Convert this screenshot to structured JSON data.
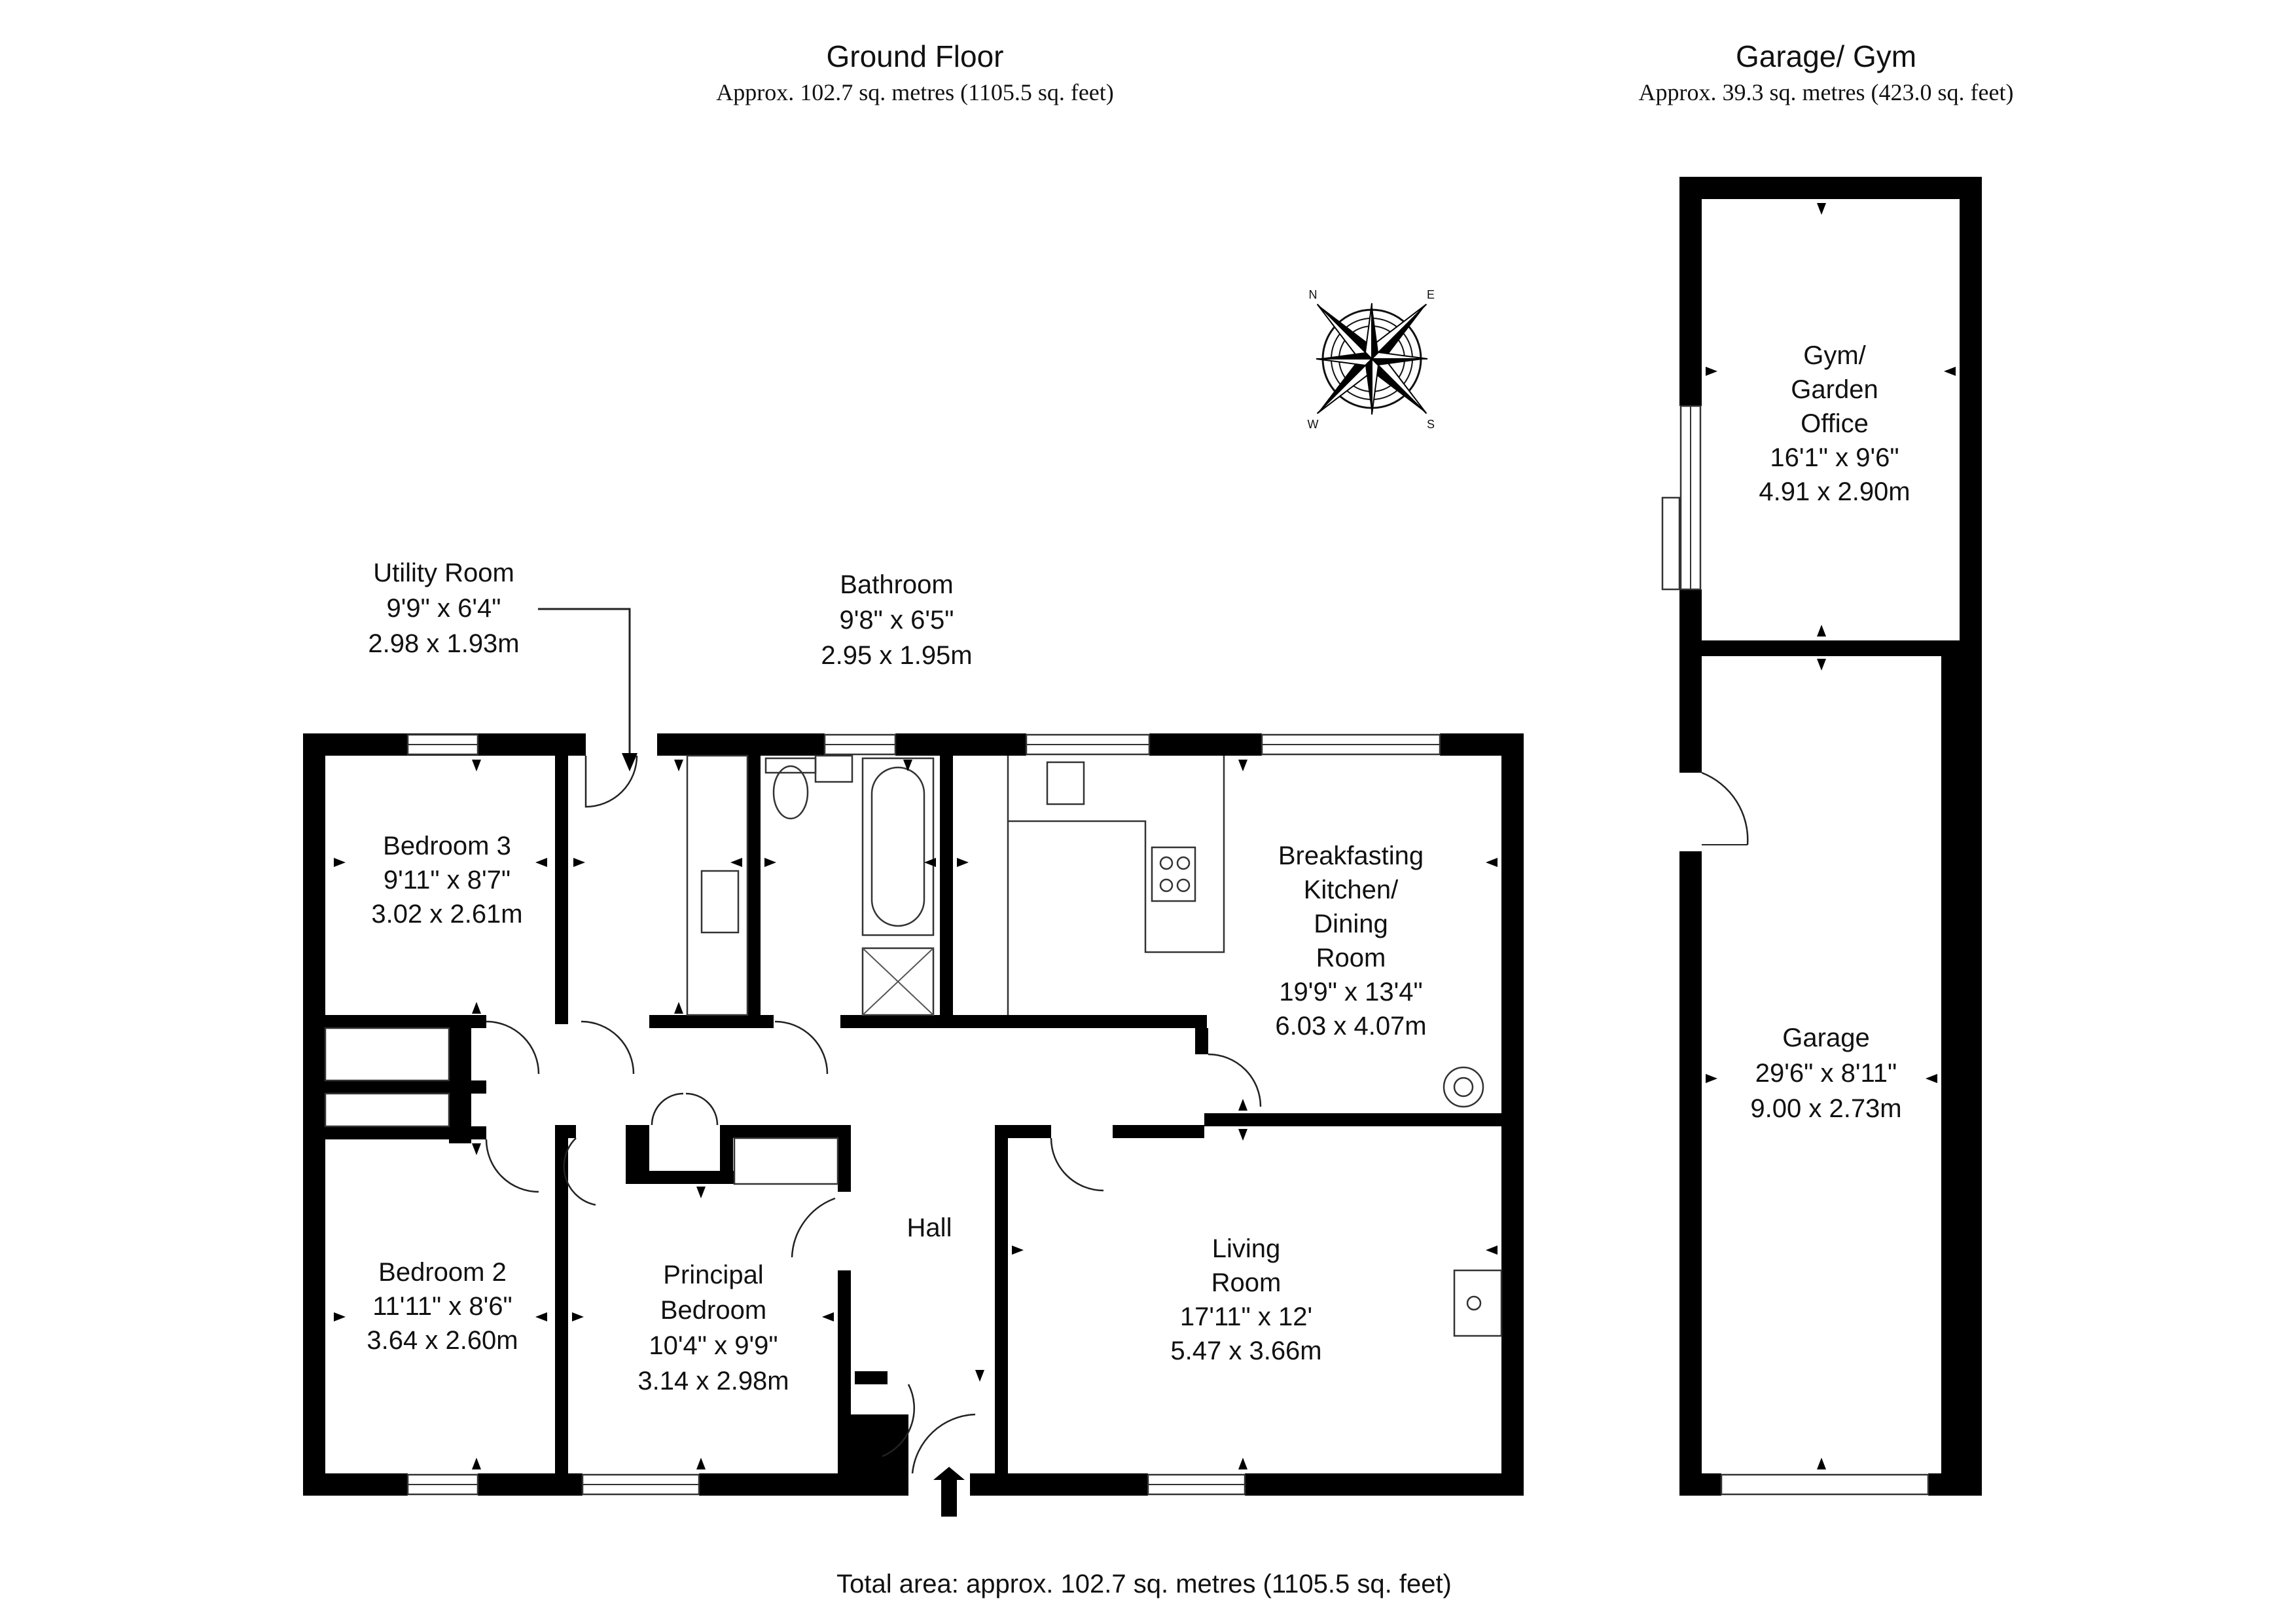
{
  "ground_floor": {
    "title": "Ground Floor",
    "area": "Approx. 102.7 sq. metres (1105.5 sq. feet)"
  },
  "garage_block": {
    "title": "Garage/ Gym",
    "area": "Approx. 39.3 sq. metres (423.0 sq. feet)"
  },
  "total_area": "Total area: approx. 102.7 sq. metres (1105.5 sq. feet)",
  "compass": {
    "icon": "compass-rose-icon",
    "letters": [
      "N",
      "E",
      "S",
      "W"
    ]
  },
  "rooms": {
    "utility": {
      "lines": [
        "Utility Room",
        "9'9\" x 6'4\"",
        "2.98 x 1.93m"
      ]
    },
    "bathroom": {
      "lines": [
        "Bathroom",
        "9'8\" x 6'5\"",
        "2.95 x 1.95m"
      ]
    },
    "bedroom3": {
      "lines": [
        "Bedroom 3",
        "9'11\" x 8'7\"",
        "3.02 x 2.61m"
      ]
    },
    "kitchen": {
      "lines": [
        "Breakfasting",
        "Kitchen/",
        "Dining",
        "Room",
        "19'9\" x 13'4\"",
        "6.03 x 4.07m"
      ]
    },
    "bedroom2": {
      "lines": [
        "Bedroom 2",
        "11'11\" x 8'6\"",
        "3.64 x 2.60m"
      ]
    },
    "principal": {
      "lines": [
        "Principal",
        "Bedroom",
        "10'4\" x 9'9\"",
        "3.14 x 2.98m"
      ]
    },
    "hall": {
      "lines": [
        "Hall"
      ]
    },
    "living": {
      "lines": [
        "Living",
        "Room",
        "17'11\" x 12'",
        "5.47 x 3.66m"
      ]
    },
    "gym": {
      "lines": [
        "Gym/",
        "Garden",
        "Office",
        "16'1\" x 9'6\"",
        "4.91 x 2.90m"
      ]
    },
    "garage": {
      "lines": [
        "Garage",
        "29'6\" x 8'11\"",
        "9.00 x 2.73m"
      ]
    }
  }
}
